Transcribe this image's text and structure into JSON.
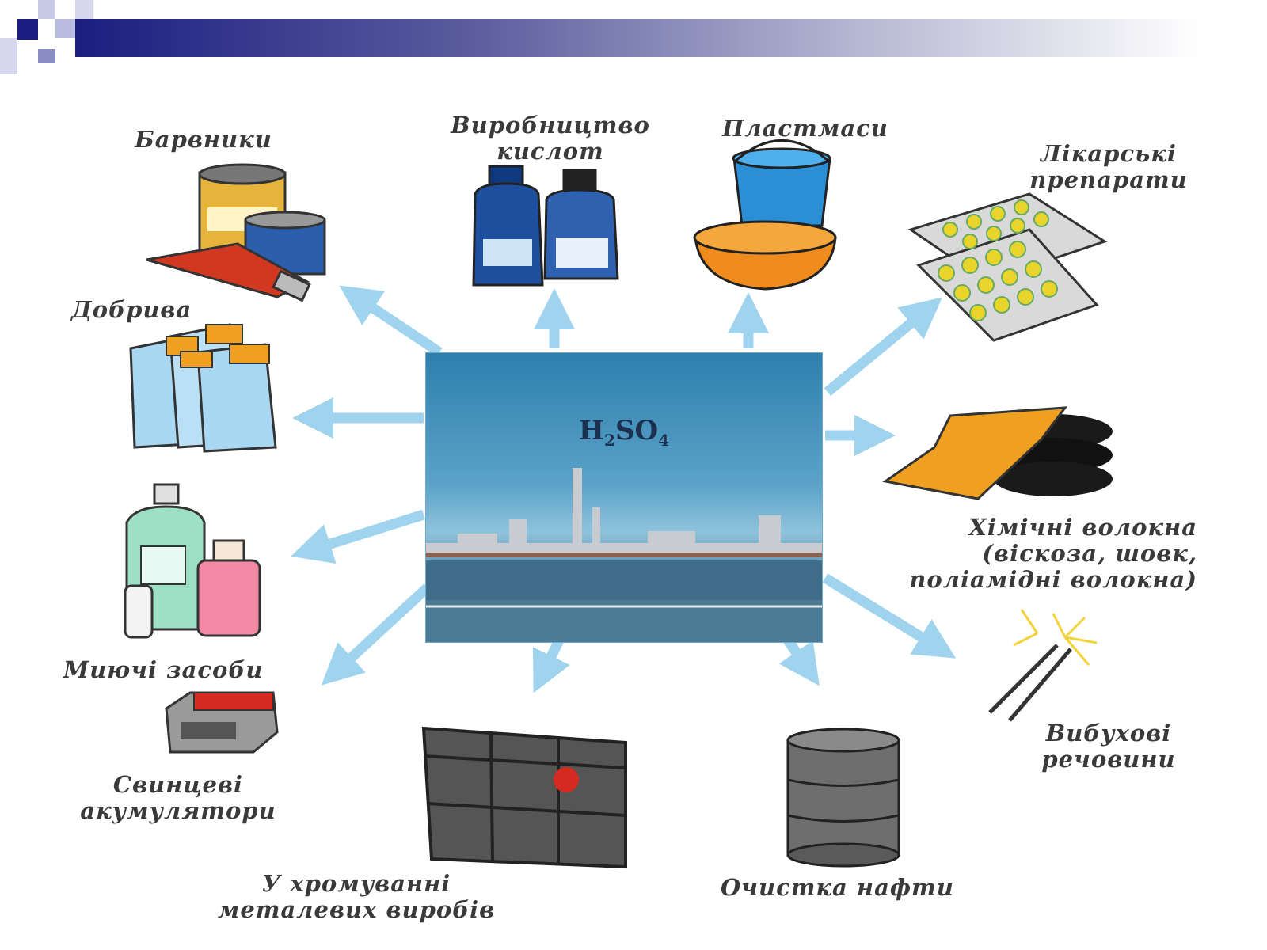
{
  "center": {
    "formula_main": "H",
    "formula_sub1": "2",
    "formula_mid": "SO",
    "formula_sub2": "4"
  },
  "labels": {
    "dyes": "Барвники",
    "acids_line1": "Виробництво",
    "acids_line2": "кислот",
    "plastics": "Пластмаси",
    "drugs_line1": "Лікарські",
    "drugs_line2": "препарати",
    "fertilizers": "Добрива",
    "fibers_line1": "Хімічні волокна",
    "fibers_line2": "(віскоза, шовк,",
    "fibers_line3": "поліамідні волокна)",
    "detergents": "Миючі засоби",
    "explosives_line1": "Вибухові",
    "explosives_line2": "речовини",
    "batteries_line1": "Свинцеві",
    "batteries_line2": "акумулятори",
    "chrome_line1": "У хромуванні",
    "chrome_line2": "металевих виробів",
    "oil": "Очистка нафти"
  },
  "colors": {
    "arrow": "#9fd3ee",
    "header_dark": "#1c1d80",
    "label_text": "#3a3a3a"
  },
  "icons": [
    "paint-cans-icon",
    "acid-bottles-icon",
    "plastic-bucket-icon",
    "pill-blister-icon",
    "fertilizer-bags-icon",
    "fabric-rolls-icon",
    "detergent-bottles-icon",
    "sparkler-icon",
    "lead-battery-icon",
    "chrome-bath-icon",
    "oil-barrel-icon",
    "factory-photo"
  ]
}
